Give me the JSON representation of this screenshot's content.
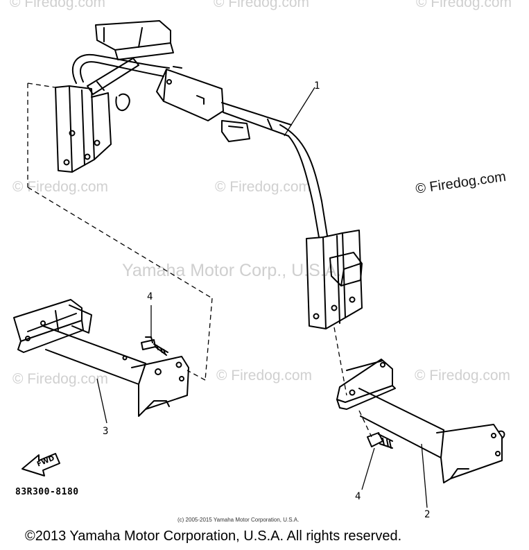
{
  "watermarks": {
    "firedog": "© Firedog.com",
    "firedog_top": "© Firedog.com",
    "center": "Yamaha Motor Corp., U.S.A."
  },
  "callouts": {
    "c1": "1",
    "c2": "2",
    "c3": "3",
    "c4_upper": "4",
    "c4_lower": "4"
  },
  "part_number": "83R300-8180",
  "fwd_label": "FWD",
  "copyright_small": "(c) 2005-2015 Yamaha Motor Corporation, U.S.A.",
  "copyright_main": "©2013 Yamaha Motor Corporation, U.S.A. All rights reserved."
}
